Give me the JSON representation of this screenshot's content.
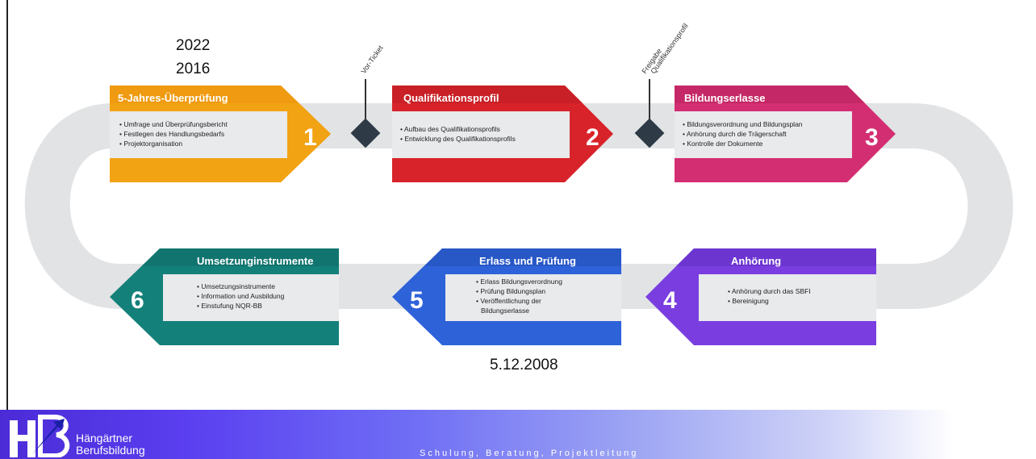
{
  "years": [
    "2022",
    "2016"
  ],
  "date_label": "5.12.2008",
  "milestones": [
    "Vor-Ticket",
    "Freigabe\nQualifikationsprofil"
  ],
  "milestone_lines": [
    "Freigabe",
    "Qualifikationsprofil"
  ],
  "steps": [
    {
      "number": "1",
      "title": "5-Jahres-Überprüfung",
      "color": "#f2a313",
      "dark": "#d98b0a",
      "items": [
        "Umfrage und Überprüfungsbericht",
        "Festlegen des Handlungsbedarfs",
        "Projektorganisation"
      ]
    },
    {
      "number": "2",
      "title": "Qualifikationsprofil",
      "color": "#d8232a",
      "dark": "#b71c22",
      "items": [
        "Aufbau des Qualifikationsprofils",
        "Entwicklung des Qualifikationsprofils"
      ]
    },
    {
      "number": "3",
      "title": "Bildungserlasse",
      "color": "#d42e72",
      "dark": "#b3245e",
      "items": [
        "Bildungsverordnung und Bildungsplan",
        "Anhörung durch die Trägerschaft",
        "Kontrolle der Dokumente"
      ]
    },
    {
      "number": "4",
      "title": "Anhörung",
      "color": "#7a3ee0",
      "dark": "#622fc2",
      "items": [
        "Anhörung durch das SBFI",
        "Bereinigung"
      ]
    },
    {
      "number": "5",
      "title": "Erlass und Prüfung",
      "color": "#2e62d9",
      "dark": "#2450b8",
      "items": [
        "Erlass Bildungsverordnung",
        "Prüfung Bildungsplan",
        "Veröffentlichung der",
        "Bildungserlasse"
      ]
    },
    {
      "number": "6",
      "title": "Umsetzunginstrumente",
      "color": "#14807a",
      "dark": "#0f6661",
      "items": [
        "Umsetzungsinstrumente",
        "Information und Ausbildung",
        "Einstufung NQR-BB"
      ]
    }
  ],
  "footer": {
    "logo_line1": "Hängärtner",
    "logo_line2": "Berufsbildung",
    "tagline": "Schulung, Beratung, Projektleitung"
  }
}
